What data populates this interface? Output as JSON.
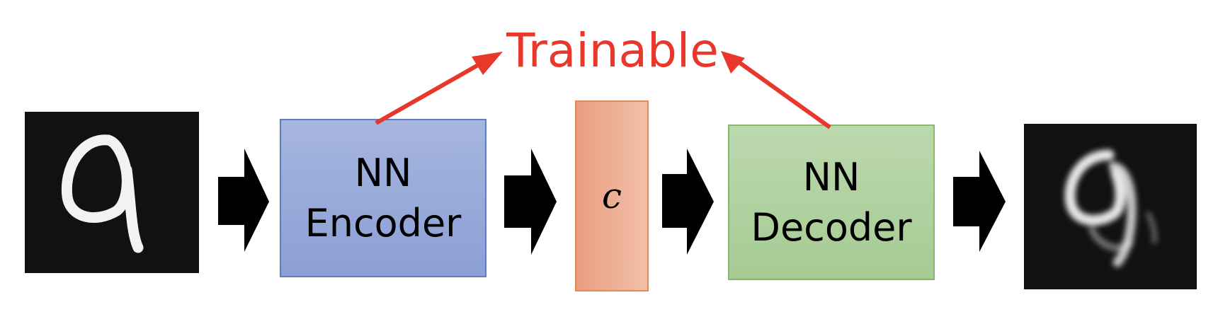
{
  "encoder": {
    "line1": "NN",
    "line2": "Encoder"
  },
  "code": {
    "symbol": "c"
  },
  "decoder": {
    "line1": "NN",
    "line2": "Decoder"
  },
  "annotation": {
    "text": "Trainable"
  },
  "colors": {
    "annotation": "#e8382b",
    "encoder_fill": "#97a9da",
    "decoder_fill": "#b1d2a1",
    "code_fill": "#eda98c",
    "flow_arrow": "#000000"
  },
  "icons": {
    "input": "handwritten-digit-9-image",
    "output": "reconstructed-digit-9-image",
    "flow": "block-arrow-right"
  }
}
